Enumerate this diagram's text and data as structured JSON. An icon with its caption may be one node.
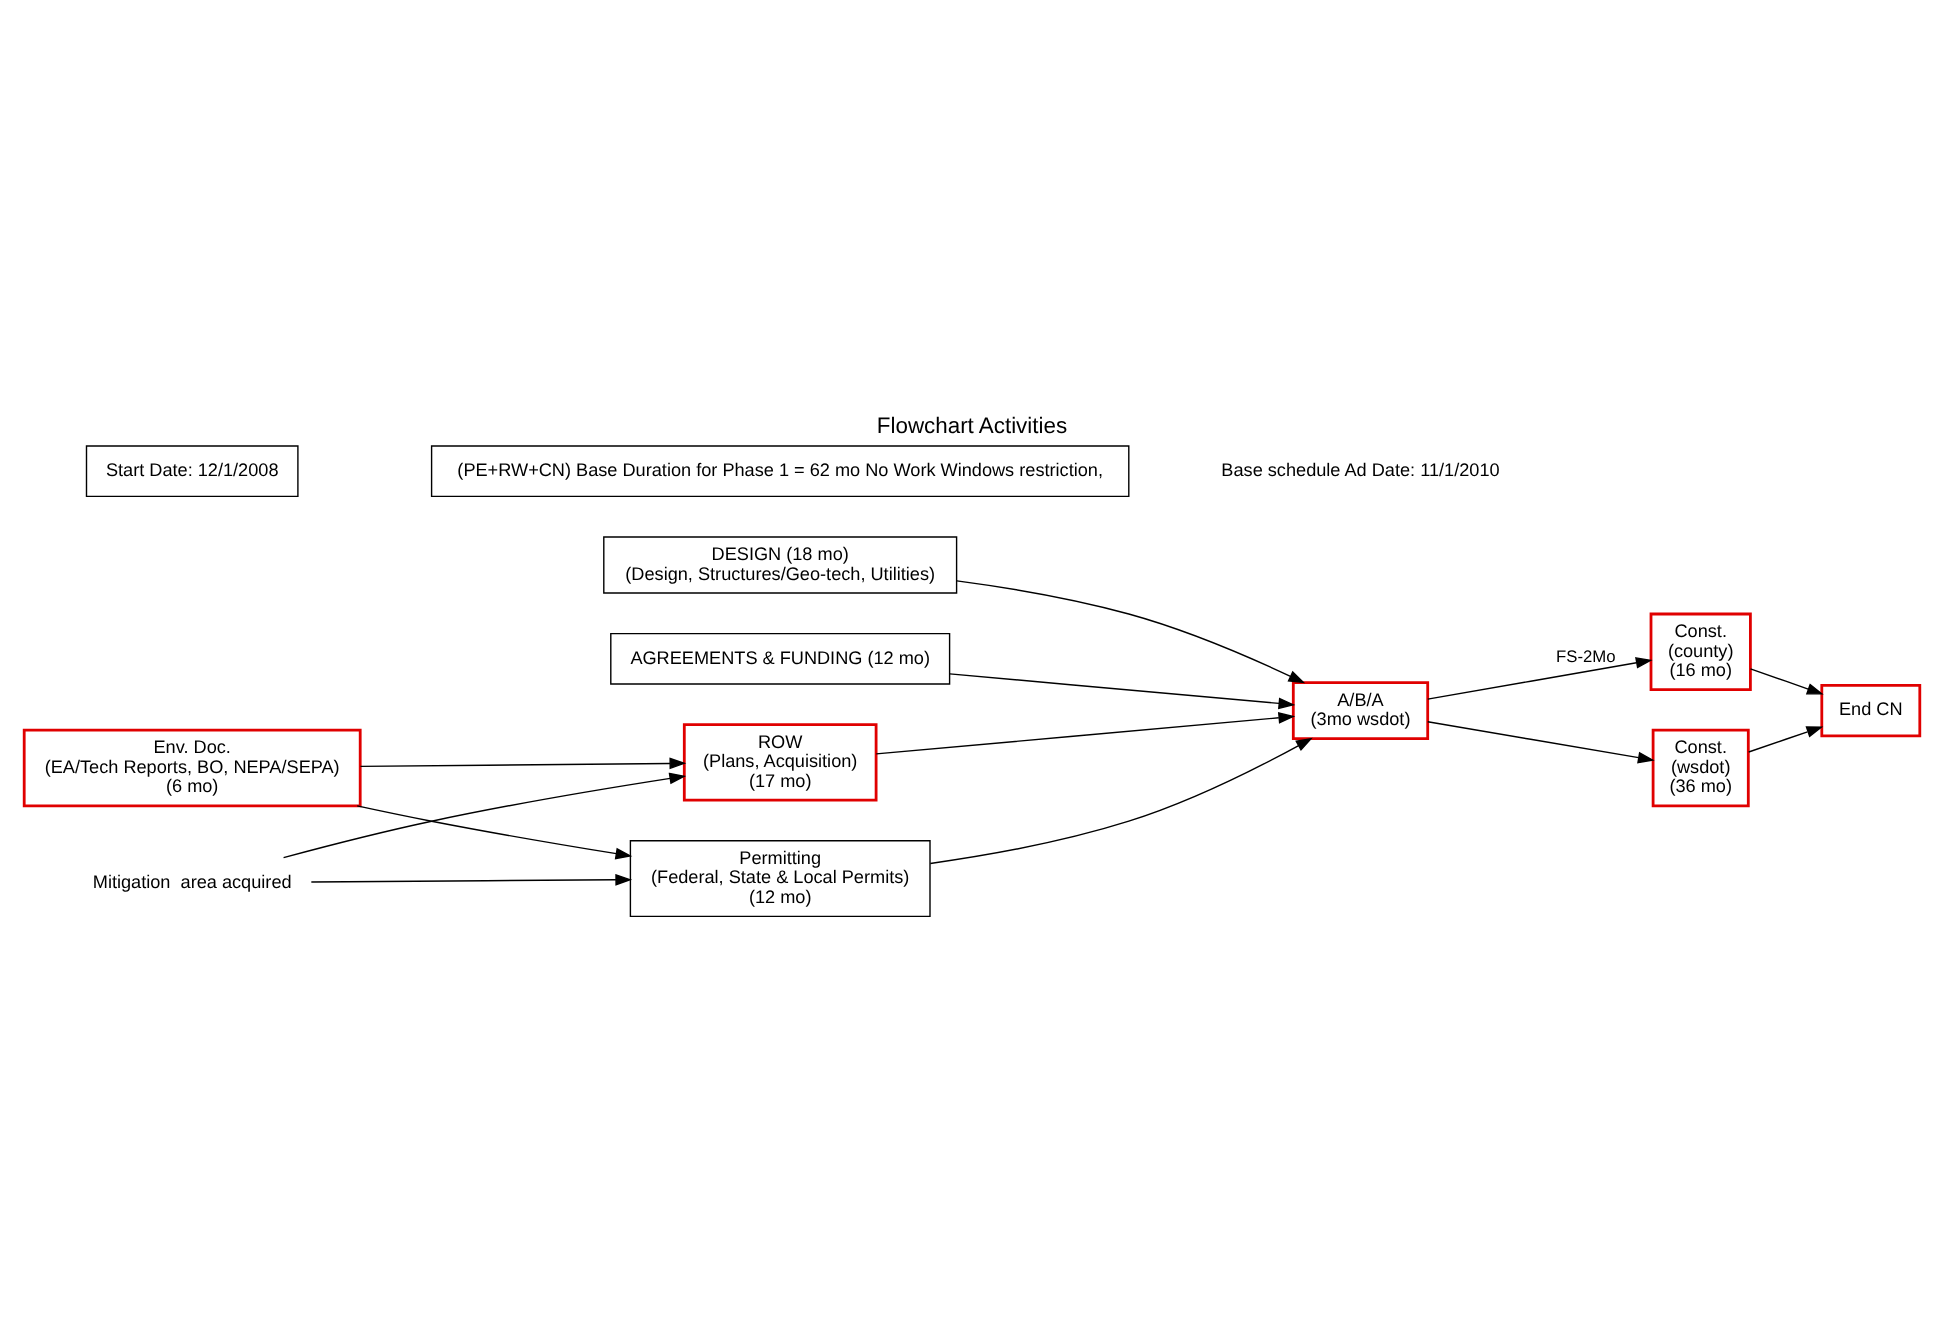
{
  "diagram": {
    "title": "Flowchart Activities",
    "nodes": [
      {
        "text": [
          "DESIGN (18 mo)",
          "(Design, Structures/Geo-tech, Utilities)"
        ]
      },
      {
        "text": [
          "AGREEMENTS & FUNDING (12 mo)"
        ]
      },
      {
        "text": [
          "Env. Doc.",
          "(EA/Tech Reports, BO, NEPA/SEPA)",
          "(6 mo)"
        ]
      },
      {
        "text": [
          "ROW",
          "(Plans, Acquisition)",
          "(17 mo)"
        ]
      },
      {
        "text": [
          "Mitigation  area acquired"
        ]
      },
      {
        "text": [
          "Permitting",
          "(Federal, State & Local Permits)",
          "(12 mo)"
        ]
      },
      {
        "text": [
          "Start Date: 12/1/2008"
        ]
      },
      {
        "text": [
          "A/B/A",
          "(3mo wsdot)"
        ]
      },
      {
        "text": [
          "Const.",
          "(county)",
          "(16 mo)"
        ]
      },
      {
        "text": [
          "Const.",
          "(wsdot)",
          "(36 mo)"
        ]
      },
      {
        "text": [
          "End CN"
        ]
      },
      {
        "text": [
          "(PE+RW+CN) Base Duration for Phase 1 = 62 mo No Work Windows restriction,"
        ]
      }
    ],
    "edges": [
      {
        "from": 0,
        "to": 7,
        "arrow": "to"
      },
      {
        "from": 1,
        "to": 7,
        "arrow": "to"
      },
      {
        "from": 3,
        "to": 7,
        "arrow": "to"
      },
      {
        "from": 5,
        "to": 7,
        "arrow": "to"
      },
      {
        "from": 2,
        "to": 3,
        "arrow": "to"
      },
      {
        "from": 2,
        "to": 5,
        "arrow": "to"
      },
      {
        "from": 4,
        "to": 3,
        "arrow": "to"
      },
      {
        "from": 4,
        "to": 5,
        "arrow": "to"
      },
      {
        "from": 7,
        "to": 8,
        "arrow": "to",
        "label": "FS-2Mo"
      },
      {
        "from": 7,
        "to": 9,
        "arrow": "to"
      },
      {
        "from": 8,
        "to": 10,
        "arrow": "to"
      },
      {
        "from": 9,
        "to": 10,
        "arrow": "to"
      }
    ],
    "labels": [
      "Base schedule Ad Date: 11/1/2010"
    ]
  }
}
